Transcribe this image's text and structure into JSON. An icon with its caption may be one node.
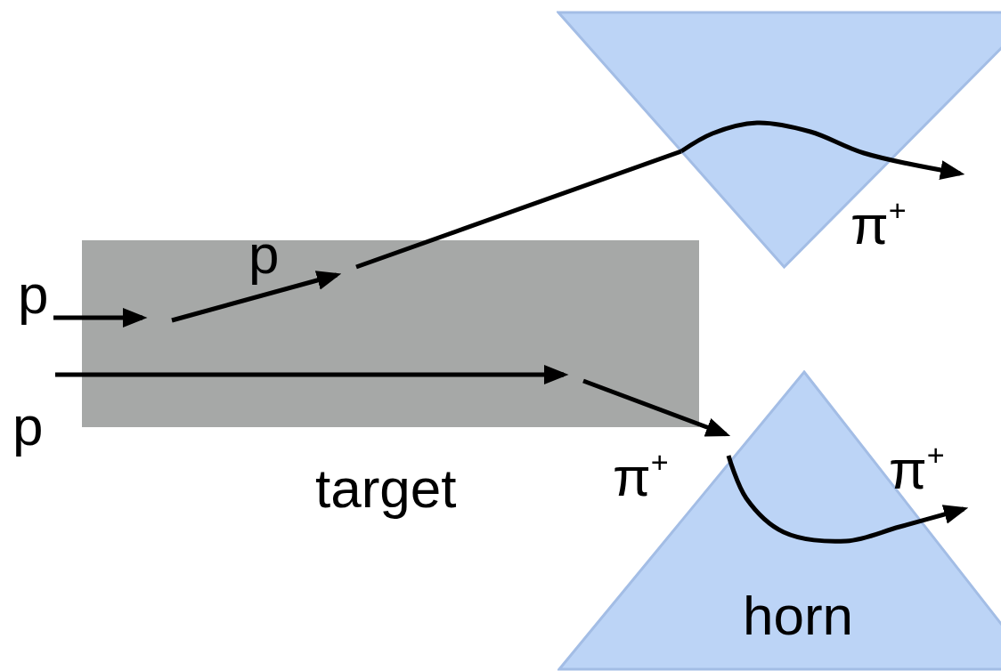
{
  "diagram": {
    "nodes": [
      {
        "text": [
          "target"
        ]
      },
      {
        "text": [],
        "shape": "triangle"
      },
      {
        "text": [
          "horn"
        ]
      },
      {
        "text": [
          "p"
        ]
      }
    ],
    "edges": [
      {
        "from": 3,
        "to": 0,
        "arrow": "to"
      },
      {
        "from": null,
        "to": 0,
        "arrow": "to"
      },
      {
        "from": 0,
        "to": 1,
        "arrow": "none"
      },
      {
        "from": 0,
        "to": 2,
        "arrow": "to"
      },
      {
        "from": 1,
        "to": null,
        "arrow": "to"
      },
      {
        "from": 2,
        "to": null,
        "arrow": "to"
      }
    ],
    "labels": [
      "π$^{+}$",
      "p",
      "p",
      "π$^{+}$",
      "π$^{+}$"
    ]
  }
}
